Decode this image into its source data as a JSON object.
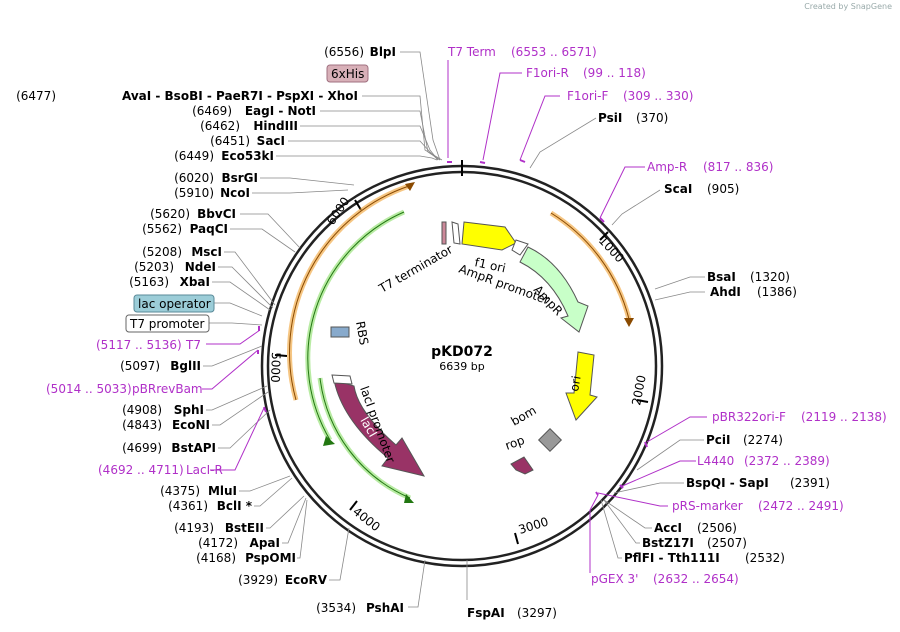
{
  "watermark": "Created by SnapGene",
  "plasmid": {
    "name": "pKD072",
    "length": "6639 bp"
  },
  "ticks": [
    "1000",
    "2000",
    "3000",
    "4000",
    "5000",
    "6000"
  ],
  "enzymes": {
    "BlpI": {
      "name": "BlpI",
      "pos": "(6556)"
    },
    "AvaI": {
      "name": "AvaI  - BsoBI  - PaeR7I  - PspXI  - XhoI",
      "pos": "(6477)"
    },
    "EagI": {
      "name": "EagI - NotI",
      "pos": "(6469)"
    },
    "HindIII": {
      "name": "HindIII",
      "pos": "(6462)"
    },
    "SacI": {
      "name": "SacI",
      "pos": "(6451)"
    },
    "Eco53kI": {
      "name": "Eco53kI",
      "pos": "(6449)"
    },
    "BsrGI": {
      "name": "BsrGI",
      "pos": "(6020)"
    },
    "NcoI": {
      "name": "NcoI",
      "pos": "(5910)"
    },
    "BbvCI": {
      "name": "BbvCI",
      "pos": "(5620)"
    },
    "PaqCI": {
      "name": "PaqCI",
      "pos": "(5562)"
    },
    "MscI": {
      "name": "MscI",
      "pos": "(5208)"
    },
    "NdeI": {
      "name": "NdeI",
      "pos": "(5203)"
    },
    "XbaI": {
      "name": "XbaI",
      "pos": "(5163)"
    },
    "BglII": {
      "name": "BglII",
      "pos": "(5097)"
    },
    "SphI": {
      "name": "SphI",
      "pos": "(4908)"
    },
    "EcoNI": {
      "name": "EcoNI",
      "pos": "(4843)"
    },
    "BstAPI": {
      "name": "BstAPI",
      "pos": "(4699)"
    },
    "MluI": {
      "name": "MluI",
      "pos": "(4375)"
    },
    "BclI": {
      "name": "BclI *",
      "pos": "(4361)"
    },
    "BstEII": {
      "name": "BstEII",
      "pos": "(4193)"
    },
    "ApaI": {
      "name": "ApaI",
      "pos": "(4172)"
    },
    "PspOMI": {
      "name": "PspOMI",
      "pos": "(4168)"
    },
    "EcoRV": {
      "name": "EcoRV",
      "pos": "(3929)"
    },
    "PshAI": {
      "name": "PshAI",
      "pos": "(3534)"
    },
    "FspAI": {
      "name": "FspAI",
      "pos": "(3297)"
    },
    "PsiI": {
      "name": "PsiI",
      "pos": "(370)"
    },
    "ScaI": {
      "name": "ScaI",
      "pos": "(905)"
    },
    "BsaI": {
      "name": "BsaI",
      "pos": "(1320)"
    },
    "AhdI": {
      "name": "AhdI",
      "pos": "(1386)"
    },
    "PciI": {
      "name": "PciI",
      "pos": "(2274)"
    },
    "BspQI": {
      "name": "BspQI  - SapI",
      "pos": "(2391)"
    },
    "AccI": {
      "name": "AccI",
      "pos": "(2506)"
    },
    "BstZ17I": {
      "name": "BstZ17I",
      "pos": "(2507)"
    },
    "PflFI": {
      "name": "PflFI  - Tth111I",
      "pos": "(2532)"
    }
  },
  "primers": {
    "T7Term": {
      "name": "T7 Term",
      "range": "(6553 .. 6571)"
    },
    "F1oriR": {
      "name": "F1ori-R",
      "range": "(99 .. 118)"
    },
    "F1oriF": {
      "name": "F1ori-F",
      "range": "(309 .. 330)"
    },
    "AmpR": {
      "name": "Amp-R",
      "range": "(817 .. 836)"
    },
    "pBR322": {
      "name": "pBR322ori-F",
      "range": "(2119 .. 2138)"
    },
    "L4440": {
      "name": "L4440",
      "range": "(2372 .. 2389)"
    },
    "pRS": {
      "name": "pRS-marker",
      "range": "(2472 .. 2491)"
    },
    "pGEX": {
      "name": "pGEX 3'",
      "range": "(2632 .. 2654)"
    },
    "T7": {
      "name": "T7",
      "range": "(5117 .. 5136)"
    },
    "pBRrev": {
      "name": "pBRrevBam",
      "range": "(5014 .. 5033)"
    },
    "LacIR": {
      "name": "LacI-R",
      "range": "(4692 .. 4711)"
    }
  },
  "boxed_features": {
    "his": "6xHis",
    "lacop": "lac operator",
    "t7prom": "T7 promoter"
  },
  "features": {
    "t7term": "T7 terminator",
    "f1ori": "f1 ori",
    "amprprom": "AmpR promoter",
    "ampr": "AmpR",
    "ori": "ori",
    "bom": "bom",
    "rop": "rop",
    "laci": "lacI",
    "lacipromoter": "lacI promoter",
    "rbs": "RBS"
  },
  "colors": {
    "ampr": "#c8ffc8",
    "f1ori": "#ffff00",
    "ori": "#ffff00",
    "laci": "#993366",
    "rop": "#993366",
    "bom": "#999999",
    "primer": "#b030c8",
    "orange": "#f0a030",
    "green": "#33aa22"
  }
}
